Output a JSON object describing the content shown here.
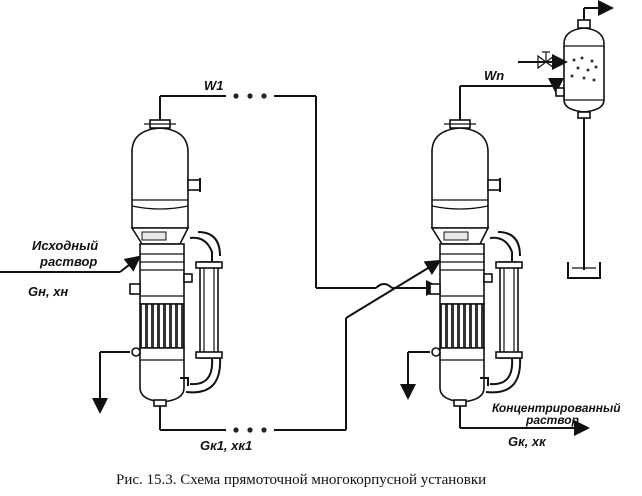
{
  "labels": {
    "w1": "W1",
    "wn": "Wn",
    "feed_line1": "Исходный",
    "feed_line2": "раствор",
    "gn_xn": "Gн, xн",
    "gk1_xk1": "Gк1, xк1",
    "product_line1": "Концентрированный",
    "product_line2": "раствор",
    "gk_xk": "Gк, xк"
  },
  "caption": "Рис. 15.3. Схема прямоточной многокорпусной установки"
}
